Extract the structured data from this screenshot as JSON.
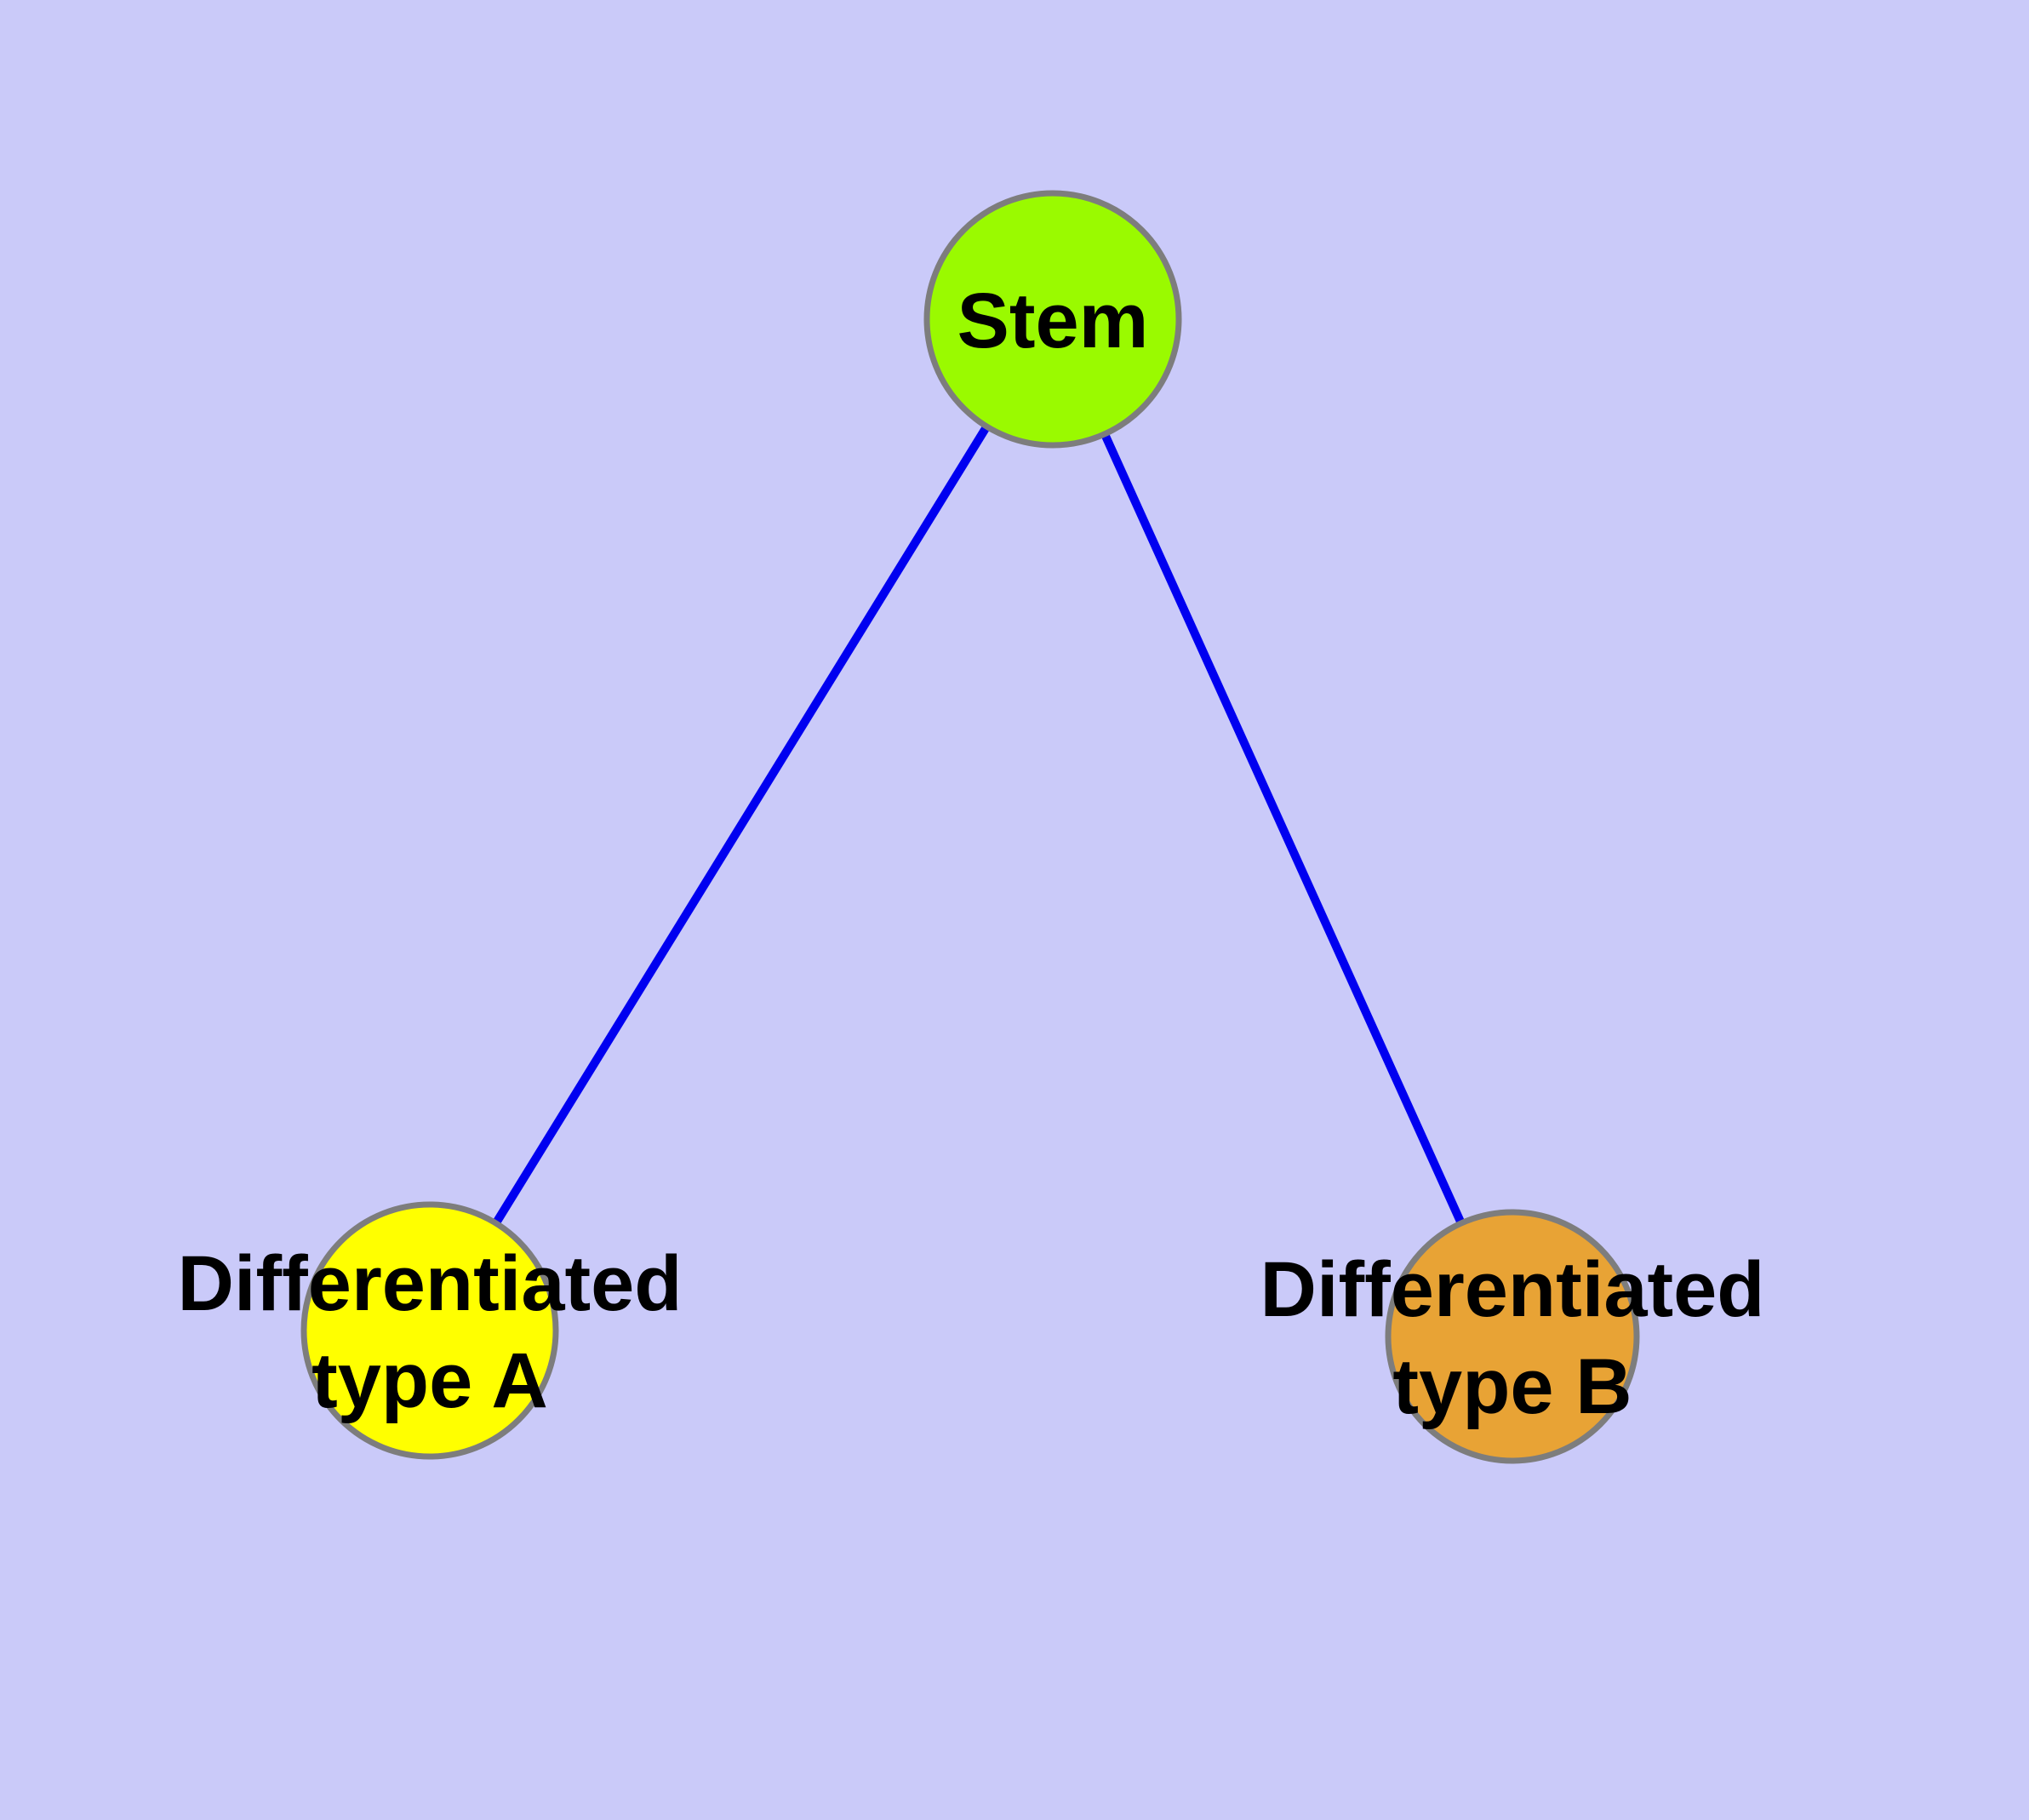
{
  "canvas": {
    "background_color": "#cacaf9"
  },
  "text_color": "#000000",
  "edges": {
    "color": "#0000f0",
    "links": [
      {
        "from": "Stem",
        "to": "Differentiated type A"
      },
      {
        "from": "Stem",
        "to": "Differentiated type B"
      }
    ]
  },
  "nodes": {
    "border_color": "#7d7d7d",
    "stem": {
      "label": "Stem",
      "color": "#9afa00"
    },
    "type_a": {
      "label_line1": "Differentiated",
      "label_line2": "type A",
      "label": "Differentiated type A",
      "color": "#ffff00"
    },
    "type_b": {
      "label_line1": "Differentiated",
      "label_line2": "type B",
      "label": "Differentiated type B",
      "color": "#e8a335"
    }
  }
}
